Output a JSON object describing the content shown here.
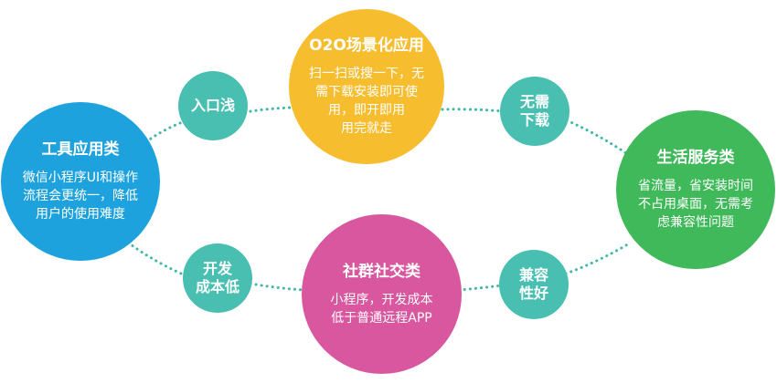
{
  "colors": {
    "o2o": "#f6bd2f",
    "tool": "#1ea2dd",
    "life": "#3fb95a",
    "social": "#d8579f",
    "small": "#48bfb1",
    "connector": "#3fb7a6"
  },
  "nodes": {
    "o2o": {
      "title": "O2O场景化应用",
      "lines": [
        "扫一扫或搜一下，无",
        "需下载安装即可使",
        "用，即开即用",
        "用完就走"
      ]
    },
    "tool": {
      "title": "工具应用类",
      "lines": [
        "微信小程序UI和操作",
        "流程会更统一，降低",
        "用户的使用难度"
      ]
    },
    "life": {
      "title": "生活服务类",
      "lines": [
        "省流量，省安装时间",
        "不占用桌面，无需考",
        "虑兼容性问题"
      ]
    },
    "social": {
      "title": "社群社交类",
      "lines": [
        "小程序，开发成本",
        "低于普通远程APP"
      ]
    }
  },
  "small_nodes": {
    "entry": {
      "lines": [
        "入口浅"
      ]
    },
    "no_download": {
      "lines": [
        "无需",
        "下载"
      ]
    },
    "cost": {
      "lines": [
        "开发",
        "成本低"
      ]
    },
    "compat": {
      "lines": [
        "兼容",
        "性好"
      ]
    }
  }
}
